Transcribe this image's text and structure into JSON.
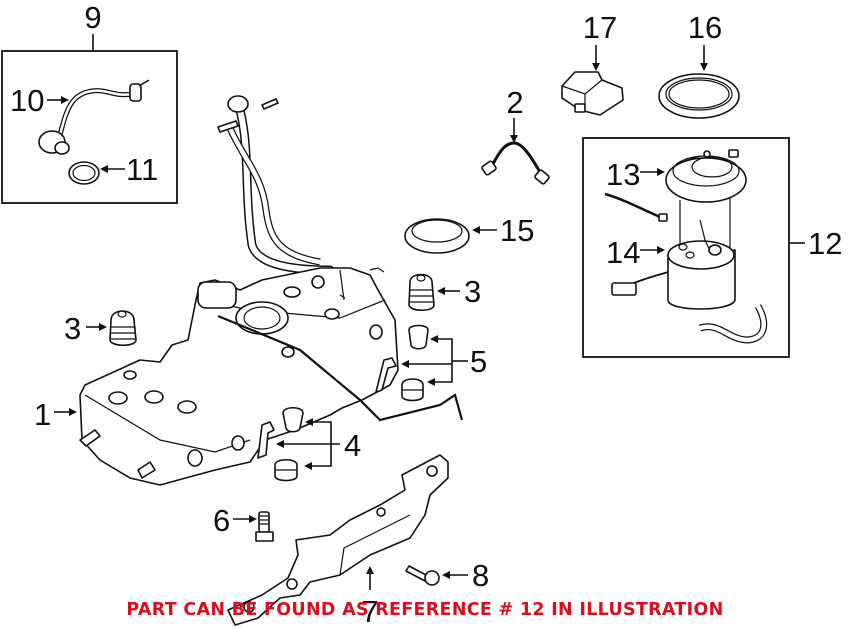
{
  "diagram": {
    "title": "Fuel Tank Assembly Parts Diagram",
    "callouts": {
      "c1": "1",
      "c2": "2",
      "c3a": "3",
      "c3b": "3",
      "c4": "4",
      "c5": "5",
      "c6": "6",
      "c7": "7",
      "c8": "8",
      "c9": "9",
      "c10": "10",
      "c11": "11",
      "c12": "12",
      "c13": "13",
      "c14": "14",
      "c15": "15",
      "c16": "16",
      "c17": "17"
    },
    "parts": [
      {
        "ref": "1",
        "name": "fuel-tank"
      },
      {
        "ref": "2",
        "name": "wiring-harness"
      },
      {
        "ref": "3",
        "name": "bump-stop"
      },
      {
        "ref": "4",
        "name": "front-bracket-with-bushings"
      },
      {
        "ref": "5",
        "name": "rear-bracket-with-bushings"
      },
      {
        "ref": "6",
        "name": "bolt"
      },
      {
        "ref": "7",
        "name": "heat-shield"
      },
      {
        "ref": "8",
        "name": "bolt"
      },
      {
        "ref": "9",
        "name": "filler-neck-assembly"
      },
      {
        "ref": "10",
        "name": "vent-hose"
      },
      {
        "ref": "11",
        "name": "seal-ring"
      },
      {
        "ref": "12",
        "name": "fuel-pump-module"
      },
      {
        "ref": "13",
        "name": "pump-cover"
      },
      {
        "ref": "14",
        "name": "fuel-pump"
      },
      {
        "ref": "15",
        "name": "gasket"
      },
      {
        "ref": "16",
        "name": "lock-ring"
      },
      {
        "ref": "17",
        "name": "control-module"
      }
    ],
    "notice": "PART CAN BE FOUND AS REFERENCE # 12 IN ILLUSTRATION",
    "colors": {
      "notice": "#d6101e",
      "lines": "#111111",
      "background": "#ffffff"
    }
  }
}
